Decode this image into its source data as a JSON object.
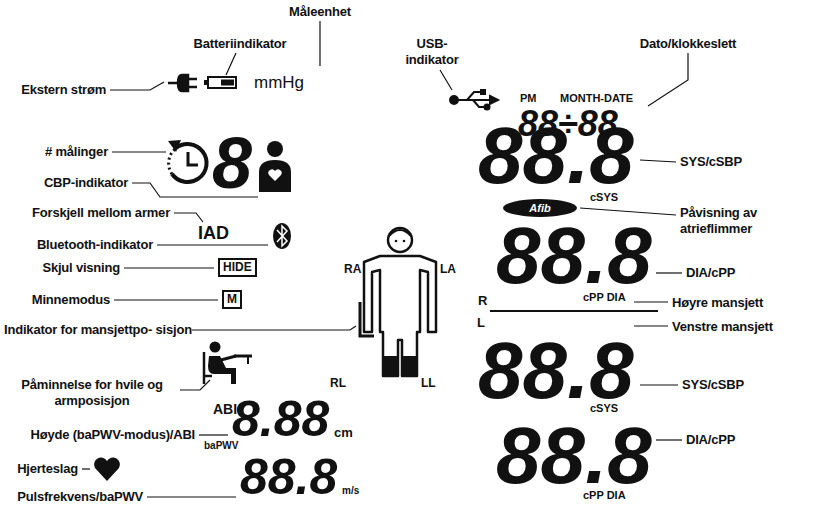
{
  "diagram": {
    "nodes": [
      {
        "text": [
          "HIDE"
        ]
      },
      {
        "text": [
          "M"
        ]
      }
    ],
    "labels": [
      "Måleenhet",
      "USB- indikator",
      "Batteriindikator",
      "Dato/klokkeslett",
      "Ekstern strøm",
      "# målinger",
      "CBP-indikator",
      "Forskjell mellom armer",
      "Bluetooth-indikator",
      "Skjul visning",
      "Minnemodus",
      "Indikator for mansjettpo- sisjon",
      "Påminnelse for hvile og armposisjon",
      "Høyde (baPWV-modus)/ABI",
      "Hjerteslag",
      "Pulsfrekvens/baPWV",
      "SYS/cSBP",
      "Påvisning av atrieflimmer",
      "DIA/cPP",
      "Høyre mansjett",
      "Venstre mansjett",
      "SYS/cSBP",
      "DIA/cPP",
      "mmHg",
      "PM",
      "MONTH-DATE",
      "88÷88",
      "8",
      "IAD",
      "RA",
      "LA",
      "RL",
      "LL",
      "ABI",
      "8.88",
      "cm",
      "baPWV",
      "88.8",
      "m/s",
      "88.8",
      "cSYS",
      "Afib",
      "88.8",
      "cPP DIA",
      "R",
      "L",
      "88.8",
      "cSYS",
      "88.8",
      "cPP DIA"
    ]
  }
}
